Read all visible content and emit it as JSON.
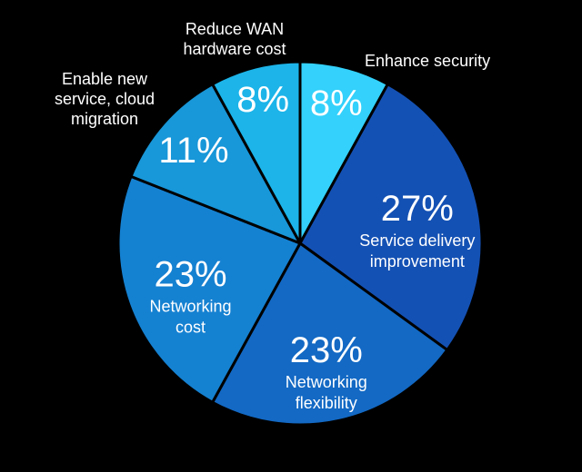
{
  "chart_data": {
    "type": "pie",
    "slices": [
      {
        "label": [
          "Enhance security"
        ],
        "value": 8,
        "value_label": "8%",
        "color": "#33d1fb",
        "label_position": "outside"
      },
      {
        "label": [
          "Service delivery",
          "improvement"
        ],
        "value": 27,
        "value_label": "27%",
        "color": "#1451b4",
        "label_position": "inside"
      },
      {
        "label": [
          "Networking",
          "flexibility"
        ],
        "value": 23,
        "value_label": "23%",
        "color": "#1369c4",
        "label_position": "inside"
      },
      {
        "label": [
          "Networking",
          "cost"
        ],
        "value": 23,
        "value_label": "23%",
        "color": "#1581d1",
        "label_position": "inside"
      },
      {
        "label": [
          "Enable new",
          "service, cloud",
          "migration"
        ],
        "value": 11,
        "value_label": "11%",
        "color": "#1897d9",
        "label_position": "outside"
      },
      {
        "label": [
          "Reduce WAN",
          "hardware cost"
        ],
        "value": 8,
        "value_label": "8%",
        "color": "#1cb4e9",
        "label_position": "outside"
      }
    ],
    "start": "top",
    "direction": "clockwise",
    "slice_border_color": "#000000",
    "background_color": "#000000",
    "legend": "none"
  }
}
